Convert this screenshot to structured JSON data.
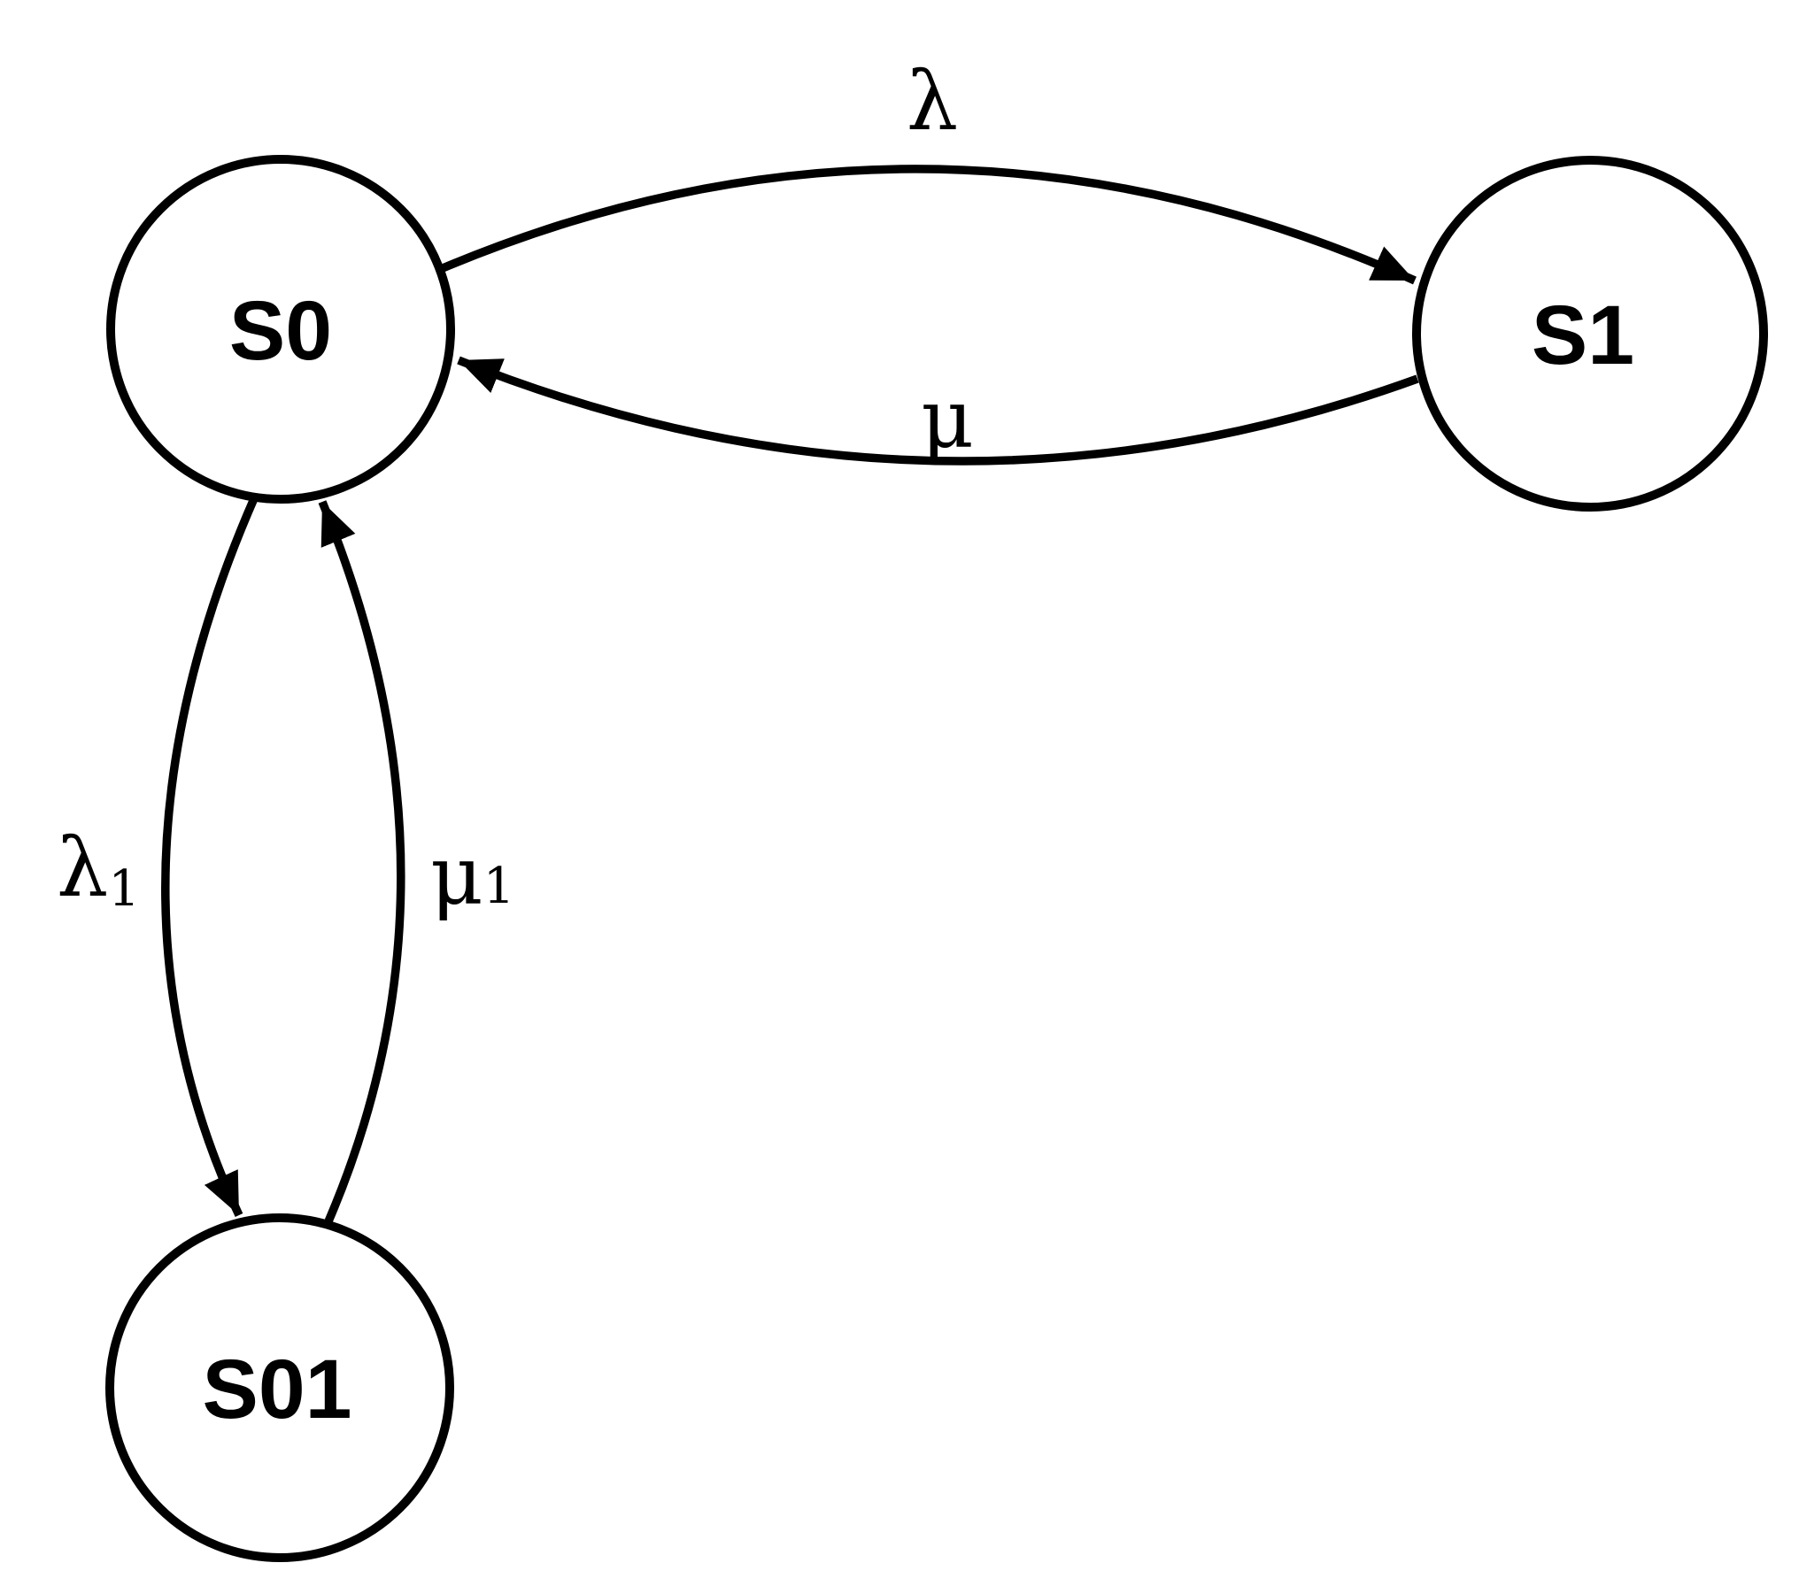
{
  "diagram": {
    "kind": "state-transition-diagram",
    "colors": {
      "ink": "#000000",
      "background": "#ffffff"
    },
    "nodes": [
      {
        "id": "S0",
        "label": "S0"
      },
      {
        "id": "S1",
        "label": "S1"
      },
      {
        "id": "S01",
        "label": "S01"
      }
    ],
    "edges": [
      {
        "from": "S0",
        "to": "S1",
        "rate_base": "λ",
        "rate_sub": ""
      },
      {
        "from": "S1",
        "to": "S0",
        "rate_base": "μ",
        "rate_sub": ""
      },
      {
        "from": "S0",
        "to": "S01",
        "rate_base": "λ",
        "rate_sub": "1"
      },
      {
        "from": "S01",
        "to": "S0",
        "rate_base": "μ",
        "rate_sub": "1"
      }
    ]
  }
}
